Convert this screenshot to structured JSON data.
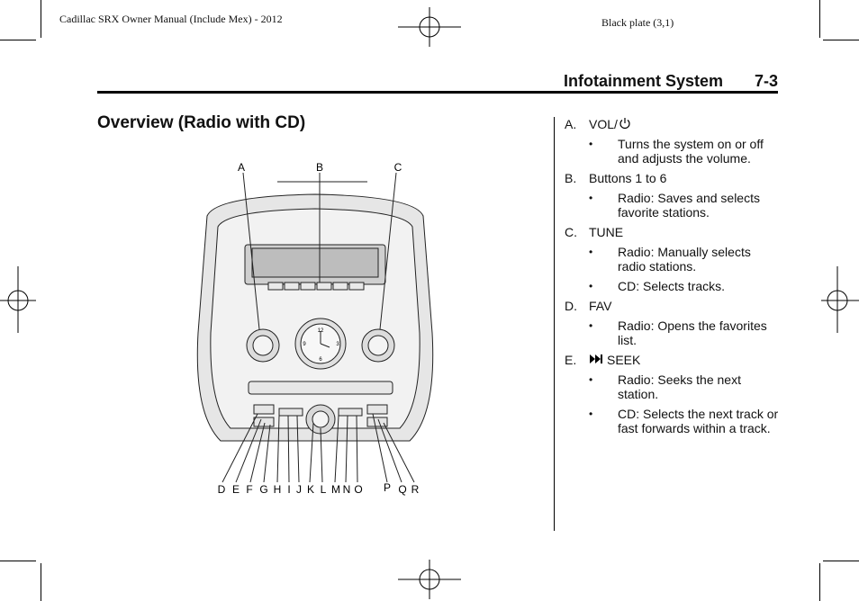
{
  "header": {
    "manual_title": "Cadillac SRX Owner Manual (Include Mex) - 2012",
    "plate": "Black plate (3,1)",
    "section": "Infotainment System",
    "page": "7-3"
  },
  "heading": "Overview (Radio with CD)",
  "figure": {
    "top_callouts": [
      "A",
      "B",
      "C"
    ],
    "bottom_callouts": [
      "D",
      "E",
      "F",
      "G",
      "H",
      "I",
      "J",
      "K",
      "L",
      "M",
      "N",
      "O",
      "P",
      "Q",
      "R"
    ],
    "clock": [
      "12",
      "3",
      "6",
      "9"
    ]
  },
  "items": [
    {
      "letter": "A.",
      "label": "VOL/",
      "icon": "power-icon",
      "bullets": [
        "Turns the system on or off and adjusts the volume."
      ]
    },
    {
      "letter": "B.",
      "label": "Buttons 1 to 6",
      "bullets": [
        "Radio: Saves and selects favorite stations."
      ]
    },
    {
      "letter": "C.",
      "label": "TUNE",
      "bullets": [
        "Radio: Manually selects radio stations.",
        "CD: Selects tracks."
      ]
    },
    {
      "letter": "D.",
      "label": "FAV",
      "bullets": [
        "Radio: Opens the favorites list."
      ]
    },
    {
      "letter": "E.",
      "label": "SEEK",
      "icon": "seek-next-icon",
      "bullets": [
        "Radio: Seeks the next station.",
        "CD: Selects the next track or fast forwards within a track."
      ]
    }
  ],
  "bullet_glyph": "•"
}
